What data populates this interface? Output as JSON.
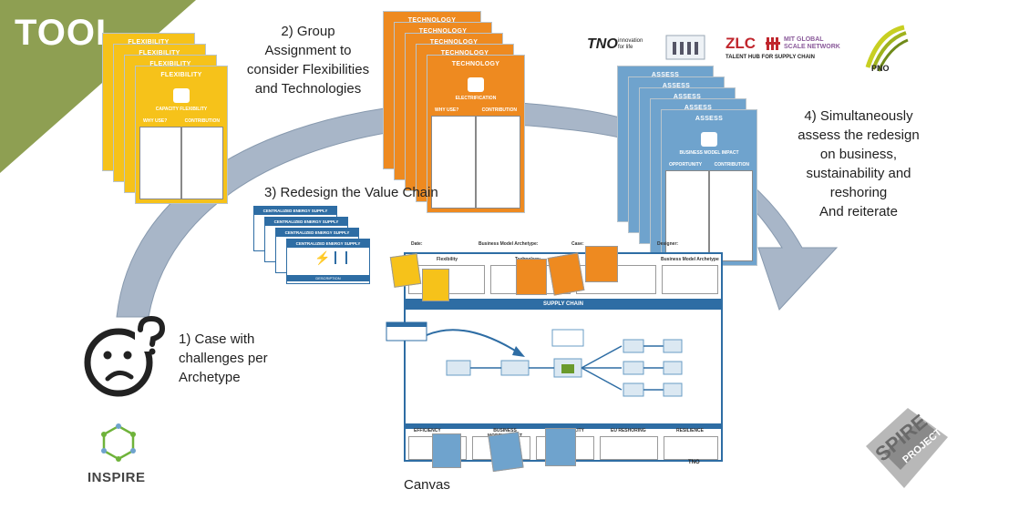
{
  "banner": {
    "label": "TOOL",
    "color": "#8e9f52"
  },
  "steps": {
    "s1": [
      "1) Case with",
      "challenges per",
      "Archetype"
    ],
    "s2": [
      "2) Group",
      "Assignment to",
      "consider Flexibilities",
      "and Technologies"
    ],
    "s3": "3) Redesign the Value Chain",
    "s4": [
      "4) Simultaneously",
      "assess the redesign",
      "on business,",
      "sustainability and",
      "reshoring",
      "And reiterate"
    ]
  },
  "cards": {
    "flexibility": {
      "title": "FLEXIBILITY",
      "sub": "CAPACITY FLEXIBILITY",
      "col1": "WHY USE?",
      "col2": "CONTRIBUTION",
      "color": "#f6c21a"
    },
    "technology": {
      "title": "TECHNOLOGY",
      "sub": "ELECTRIFICATION",
      "col1": "WHY USE?",
      "col2": "CONTRIBUTION",
      "color": "#ee8a20"
    },
    "assess": {
      "title": "ASSESS",
      "sub": "BUSINESS MODEL IMPACT",
      "col1": "OPPORTUNITY",
      "col2": "CONTRIBUTION",
      "color": "#6fa3cd"
    },
    "energy": {
      "title": "CENTRALIZED ENERGY SUPPLY",
      "sub": "DESCRIPTION",
      "color": "#2e6da4"
    }
  },
  "canvas": {
    "caption": "Canvas",
    "top_labels": [
      "Date:",
      "Business Model Archetype:",
      "Case:",
      "Designer:"
    ],
    "row_labels": [
      "Flexibility",
      "Technology",
      "Business Model Archetype"
    ],
    "band": "SUPPLY CHAIN",
    "bottom_labels": [
      "EFFICIENCY",
      "BUSINESS MODEL IMPACT",
      "SUSTAINABILITY",
      "EU RESHORING",
      "RESILIENCE"
    ],
    "footer_logo": "TNO",
    "accent": "#2e6da4"
  },
  "logos": {
    "tno": {
      "text": "TNO",
      "tag": [
        "innovation",
        "for life"
      ]
    },
    "zlc": {
      "text": "ZLC",
      "mit": [
        "MIT GLOBAL",
        "SCALE NETWORK"
      ],
      "tag": "TALENT HUB FOR SUPPLY CHAIN"
    },
    "pno": "PNO",
    "inspire": "INSPIRE",
    "spire": {
      "main": "SPIRE",
      "sub": "PROJECT"
    }
  }
}
